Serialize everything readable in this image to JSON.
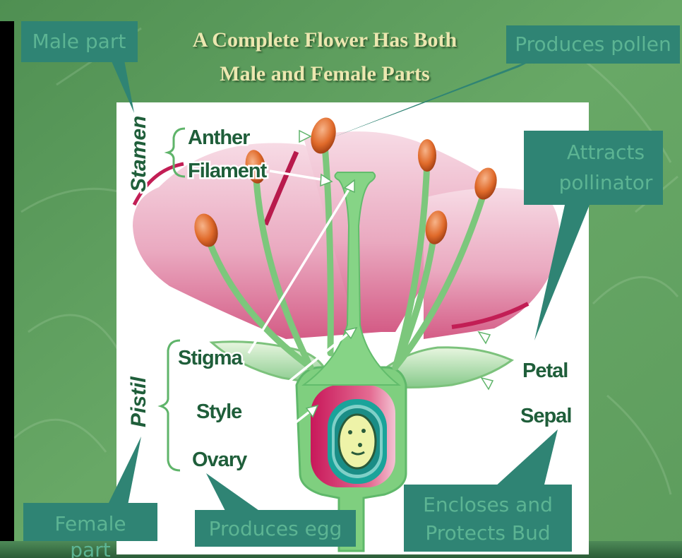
{
  "title": {
    "line1": "A Complete Flower Has Both",
    "line2": "Male and Female Parts"
  },
  "callouts": {
    "male_part": "Male part",
    "produces_pollen": "Produces pollen",
    "attracts_line1": "Attracts",
    "attracts_line2": "pollinator",
    "female_line1": "Female",
    "female_line2": "part",
    "produces_egg": "Produces egg",
    "encloses_line1": "Encloses and",
    "encloses_line2": "Protects Bud"
  },
  "labels": {
    "stamen": "Stamen",
    "anther": "Anther",
    "filament": "Filament",
    "pistil": "Pistil",
    "stigma": "Stigma",
    "style": "Style",
    "ovary": "Ovary",
    "petal": "Petal",
    "sepal": "Sepal"
  },
  "colors": {
    "background": "#5f9e5f",
    "callout_box": "#2f8474",
    "callout_text": "#5cb493",
    "title_text": "#ece7b0",
    "label_text": "#1f5e3a",
    "petal": "#e9a7bd",
    "stem_green": "#7ccd7c",
    "anther": "#e0783a",
    "ovary": "#c81e5a"
  }
}
